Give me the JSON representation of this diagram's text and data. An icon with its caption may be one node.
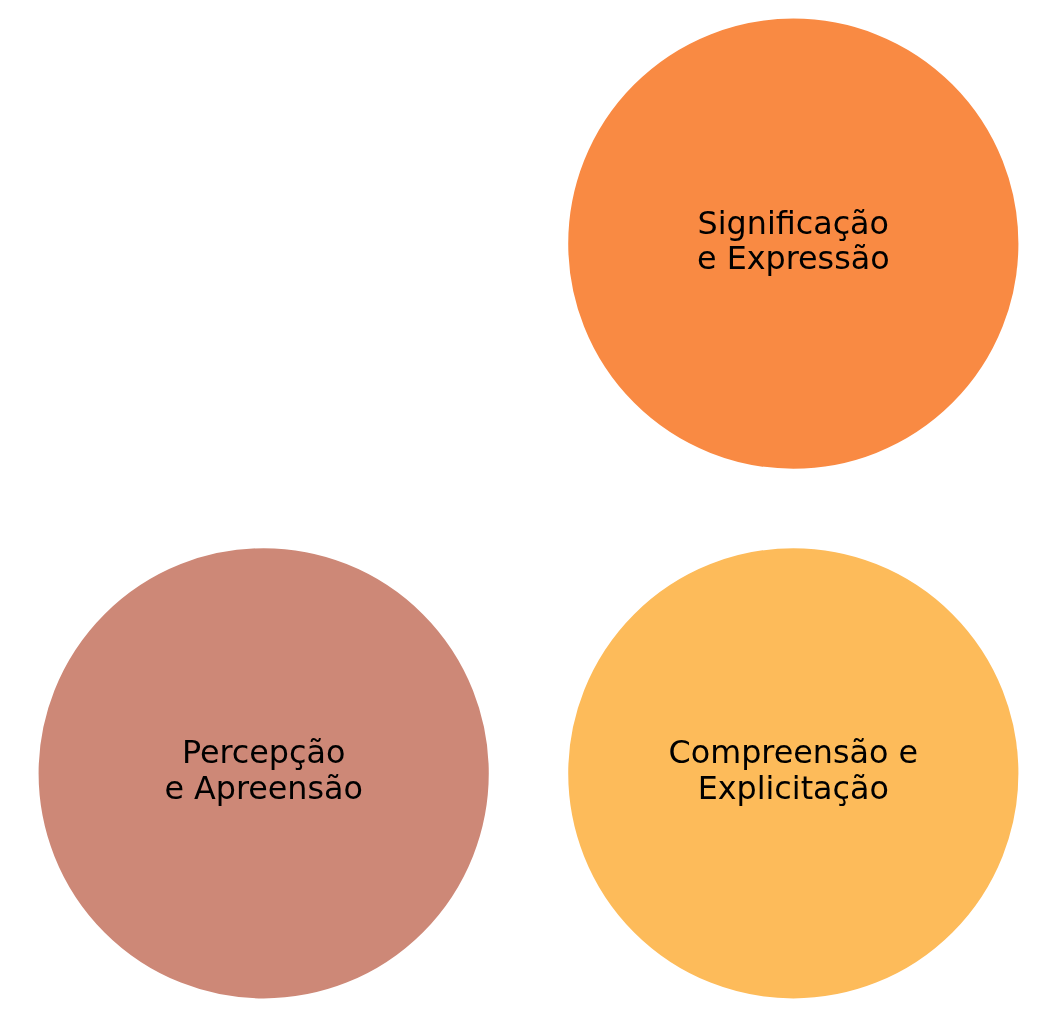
{
  "diagram": {
    "nodes": [
      {
        "text": [
          "Percepção e Apreensão"
        ]
      },
      {
        "text": [
          "Compreensão e Explicitação"
        ]
      },
      {
        "text": [
          "Significação e Expressão"
        ]
      }
    ],
    "edges": []
  }
}
